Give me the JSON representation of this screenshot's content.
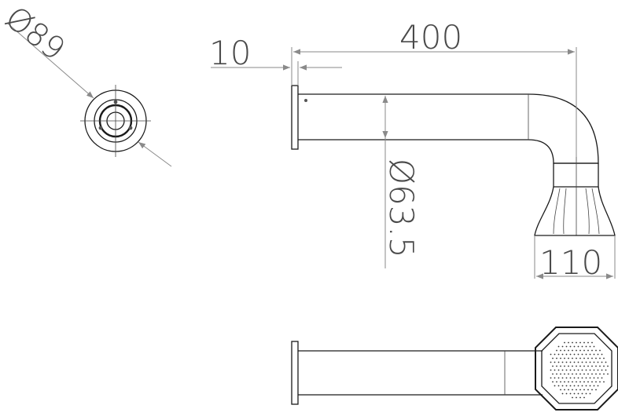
{
  "dimensions": {
    "flange_diameter": "Ø89",
    "flange_thickness": "10",
    "arm_length": "400",
    "tube_diameter": "Ø63.5",
    "head_width": "110"
  },
  "colors": {
    "outline": "#1a1a1a",
    "dimension": "#8a8a8a",
    "text": "#4a4a4a"
  }
}
